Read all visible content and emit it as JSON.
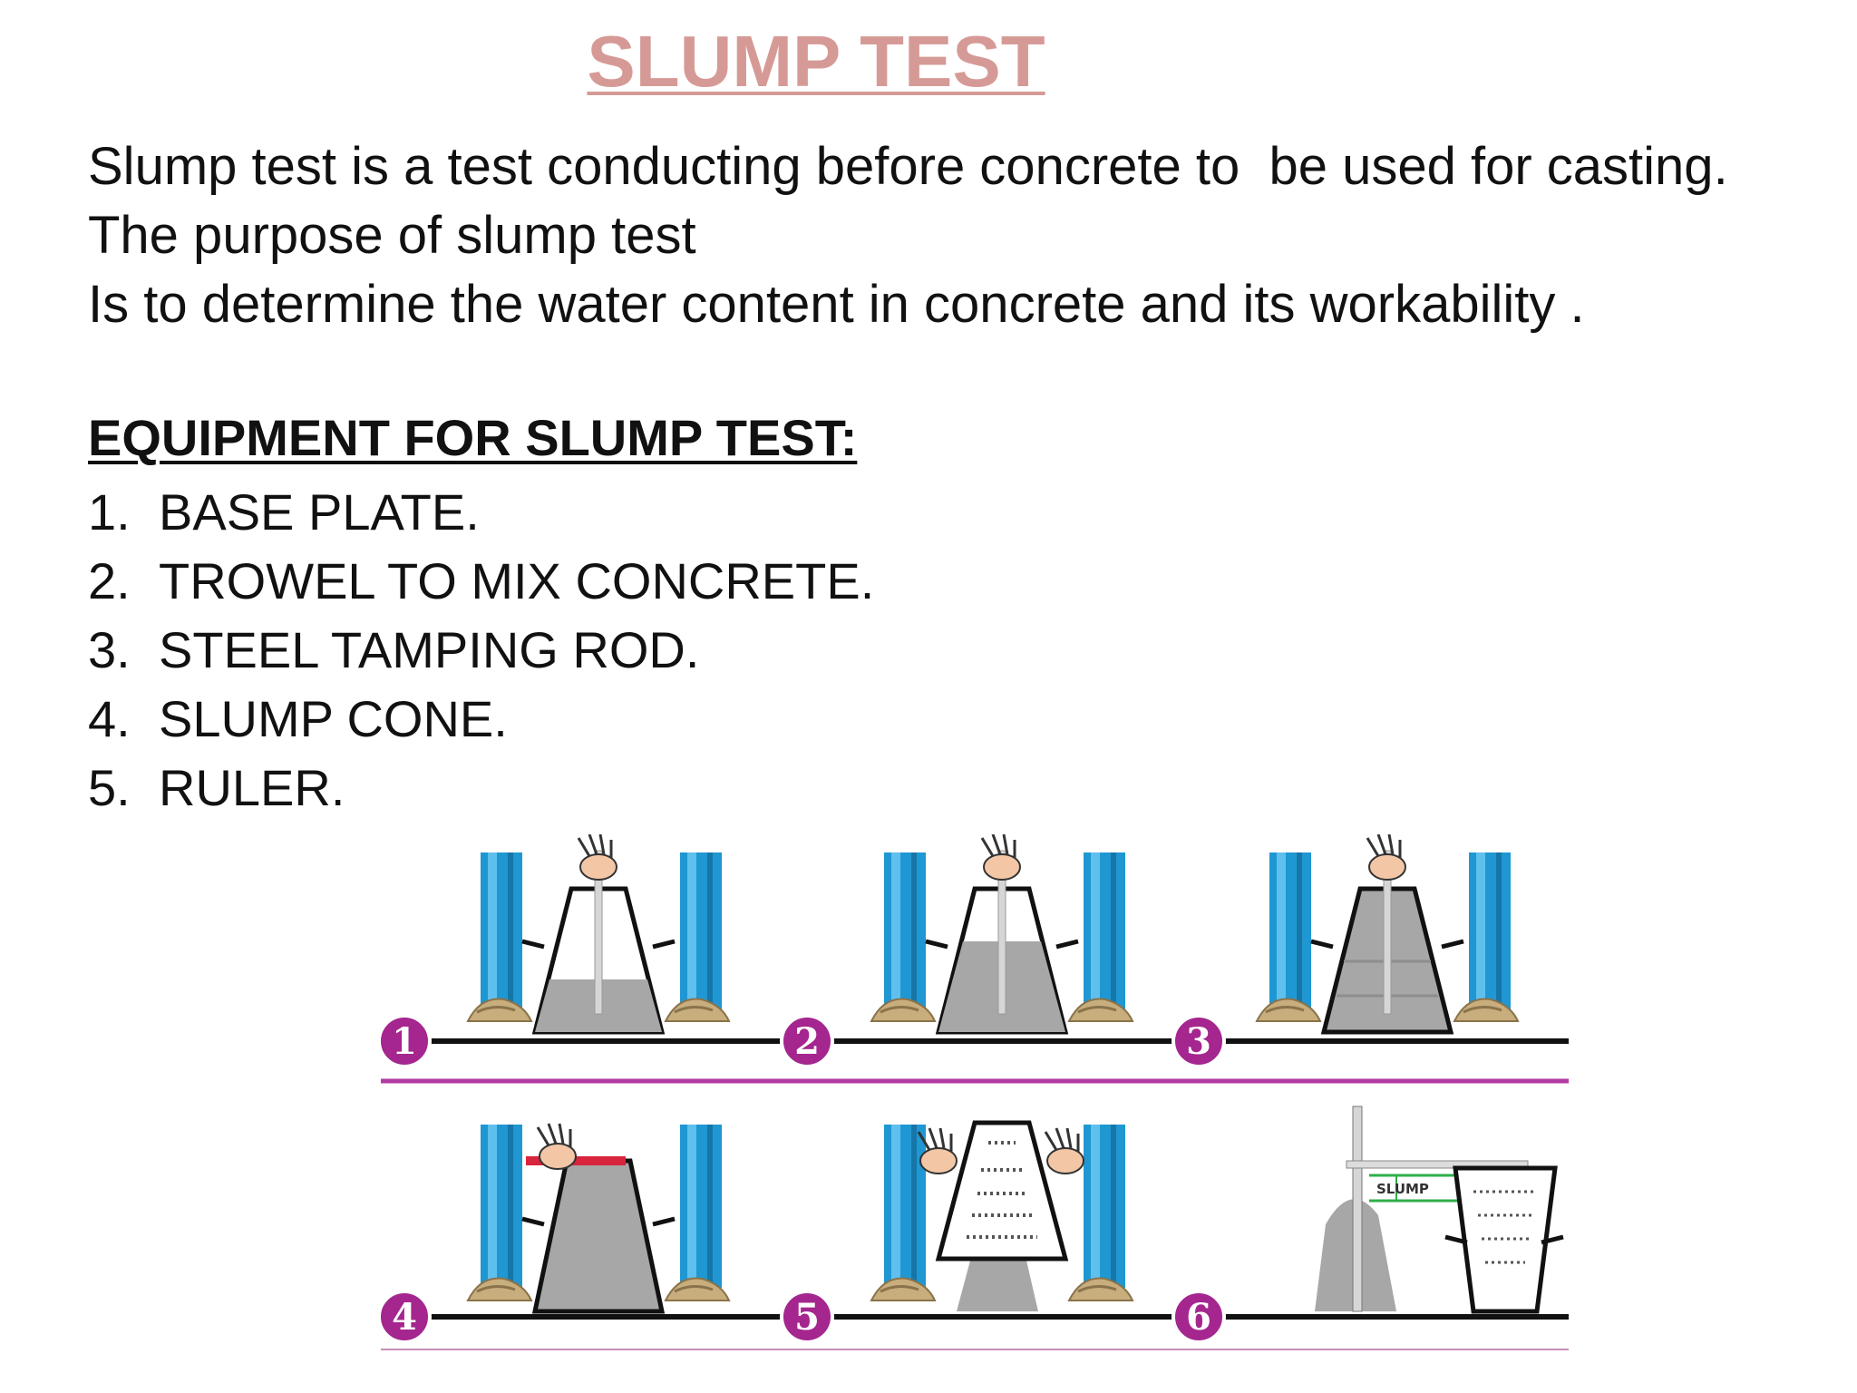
{
  "title": "SLUMP TEST",
  "intro": {
    "line1": "Slump test is a test conducting before concrete to  be used for casting.",
    "line2": "The purpose of slump test",
    "line3": "Is to determine the water content in concrete and its workability ."
  },
  "equipment": {
    "heading": "EQUIPMENT FOR SLUMP TEST:",
    "items": [
      {
        "num": "1.",
        "label": "BASE PLATE."
      },
      {
        "num": "2.",
        "label": "TROWEL TO MIX CONCRETE."
      },
      {
        "num": "3.",
        "label": "STEEL TAMPING ROD."
      },
      {
        "num": "4.",
        "label": "SLUMP CONE."
      },
      {
        "num": "5.",
        "label": "RULER."
      }
    ]
  },
  "figure": {
    "steps": [
      "1",
      "2",
      "3",
      "4",
      "5",
      "6"
    ],
    "slump_label": "SLUMP"
  },
  "colors": {
    "title": "#d69a96",
    "text": "#111111",
    "badge": "#a4268e",
    "divider": "#b23aa3",
    "leg": "#1f97d2",
    "concrete": "#a7a7a7",
    "plate": "#d8243c"
  }
}
